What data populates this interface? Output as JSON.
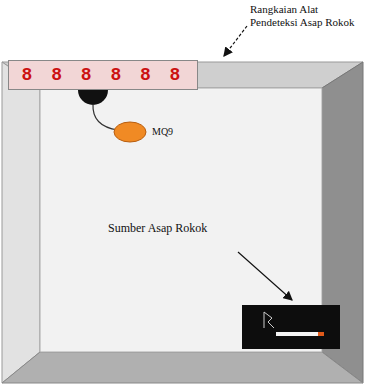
{
  "diagram": {
    "nodes": [
      {
        "text": [
          "8 8 8 8 8 8"
        ]
      }
    ],
    "labels": [
      "Rangkaian Alat Pendeteksi Asap Rokok",
      "MQ9",
      "Sumber Asap Rokok"
    ]
  }
}
